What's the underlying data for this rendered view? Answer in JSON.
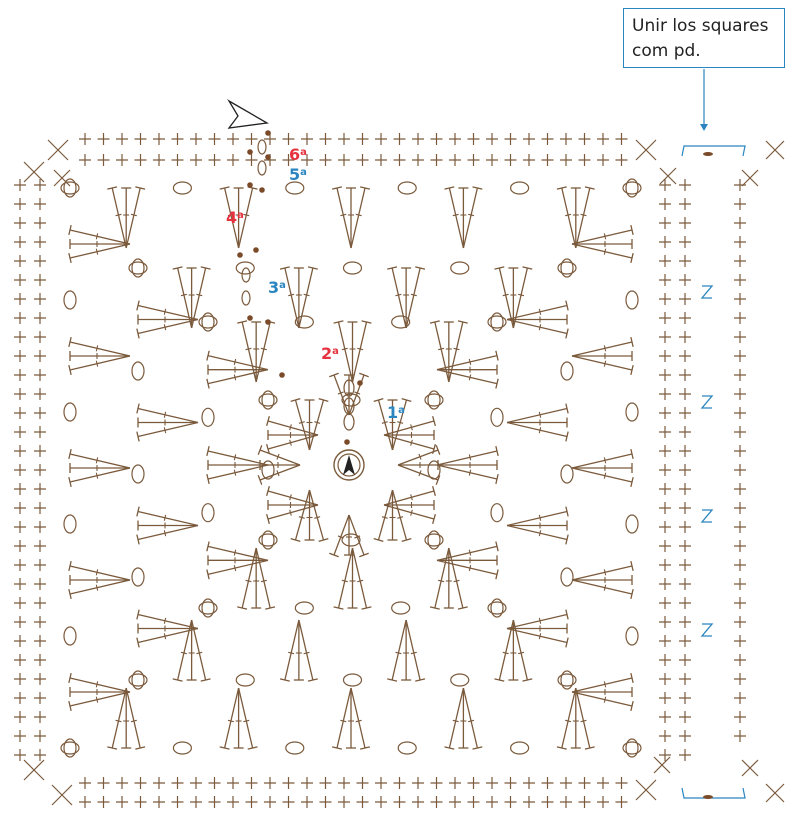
{
  "callout": {
    "line1": "Unir los squares",
    "line2": "com pd."
  },
  "rounds": [
    {
      "number": "6",
      "suffix": "a",
      "color": "#e5323f"
    },
    {
      "number": "5",
      "suffix": "a",
      "color": "#2b85c0"
    },
    {
      "number": "4",
      "suffix": "a",
      "color": "#e5323f"
    },
    {
      "number": "3",
      "suffix": "a",
      "color": "#2b85c0"
    },
    {
      "number": "2",
      "suffix": "a",
      "color": "#e5323f"
    },
    {
      "number": "1",
      "suffix": "a",
      "color": "#2b85c0"
    }
  ],
  "colors": {
    "stitch": "#7b5a3c",
    "dot": "#7b4a28",
    "accent_blue": "#2b85c0",
    "accent_red": "#e5323f"
  },
  "icons": [
    "magic-ring-icon",
    "start-arrow-icon",
    "slip-stitch-join-icon"
  ]
}
